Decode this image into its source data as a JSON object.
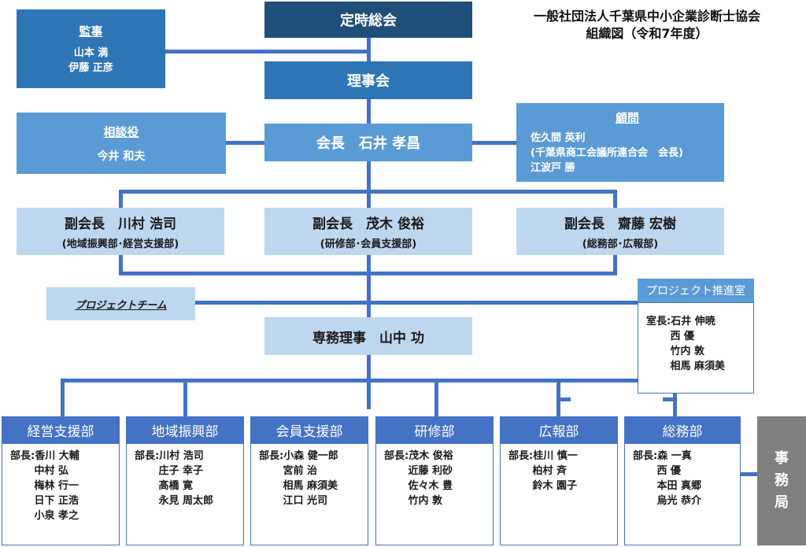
{
  "title": {
    "line1": "一般社団法人千葉県中小企業診断士協会",
    "line2": "組織図（令和7年度）"
  },
  "general_meeting": "定時総会",
  "board": "理事会",
  "auditor": {
    "label": "監事",
    "members": [
      "山本 満",
      "伊藤 正彦"
    ]
  },
  "advisor_consult": {
    "label": "相談役",
    "name": "今井 和夫"
  },
  "president": "会長　石井 孝昌",
  "counselor": {
    "label": "顧問",
    "lines": [
      "佐久間 英利",
      "(千葉県商工会議所連合会　会長)",
      "江波戸 勝"
    ]
  },
  "vice_presidents": [
    {
      "name": "副会長　川村 浩司",
      "dept": "(地域振興部･経営支援部)"
    },
    {
      "name": "副会長　茂木 俊裕",
      "dept": "(研修部･会員支援部)"
    },
    {
      "name": "副会長　齋藤 宏樹",
      "dept": "(総務部･広報部)"
    }
  ],
  "project_team": "プロジェクトチーム",
  "project_office": {
    "label": "プロジェクト推進室",
    "lines": [
      "室長:石井 伸暁",
      "　　 西 優",
      "　　 竹内 敦",
      "　　 相馬 麻須美"
    ]
  },
  "executive_director": "専務理事　山中 功",
  "departments": [
    {
      "name": "経営支援部",
      "members": [
        "部長:香川 大輔",
        "　　 中村 弘",
        "　　 梅林 行一",
        "　　 日下 正浩",
        "　　 小泉 孝之"
      ]
    },
    {
      "name": "地域振興部",
      "members": [
        "部長:川村 浩司",
        "　　 庄子 幸子",
        "　　 髙橋 寛",
        "　　 永見 周太郎"
      ]
    },
    {
      "name": "会員支援部",
      "members": [
        "部長:小森 健一郎",
        "　　 宮前 治",
        "　　 相馬 麻須美",
        "　　 江口 光司"
      ]
    },
    {
      "name": "研修部",
      "members": [
        "部長:茂木 俊裕",
        "　　 近藤 利砂",
        "　　 佐々木 豊",
        "　　 竹内 敦"
      ]
    },
    {
      "name": "広報部",
      "members": [
        "部長:桂川 慎一",
        "　　 柏村 斉",
        "　　 鈴木 園子"
      ]
    },
    {
      "name": "総務部",
      "members": [
        "部長:森 一真",
        "　　 西 優",
        "　　 本田 真郷",
        "　　 烏光 恭介"
      ]
    }
  ],
  "secretariat": [
    "事",
    "務",
    "局"
  ]
}
